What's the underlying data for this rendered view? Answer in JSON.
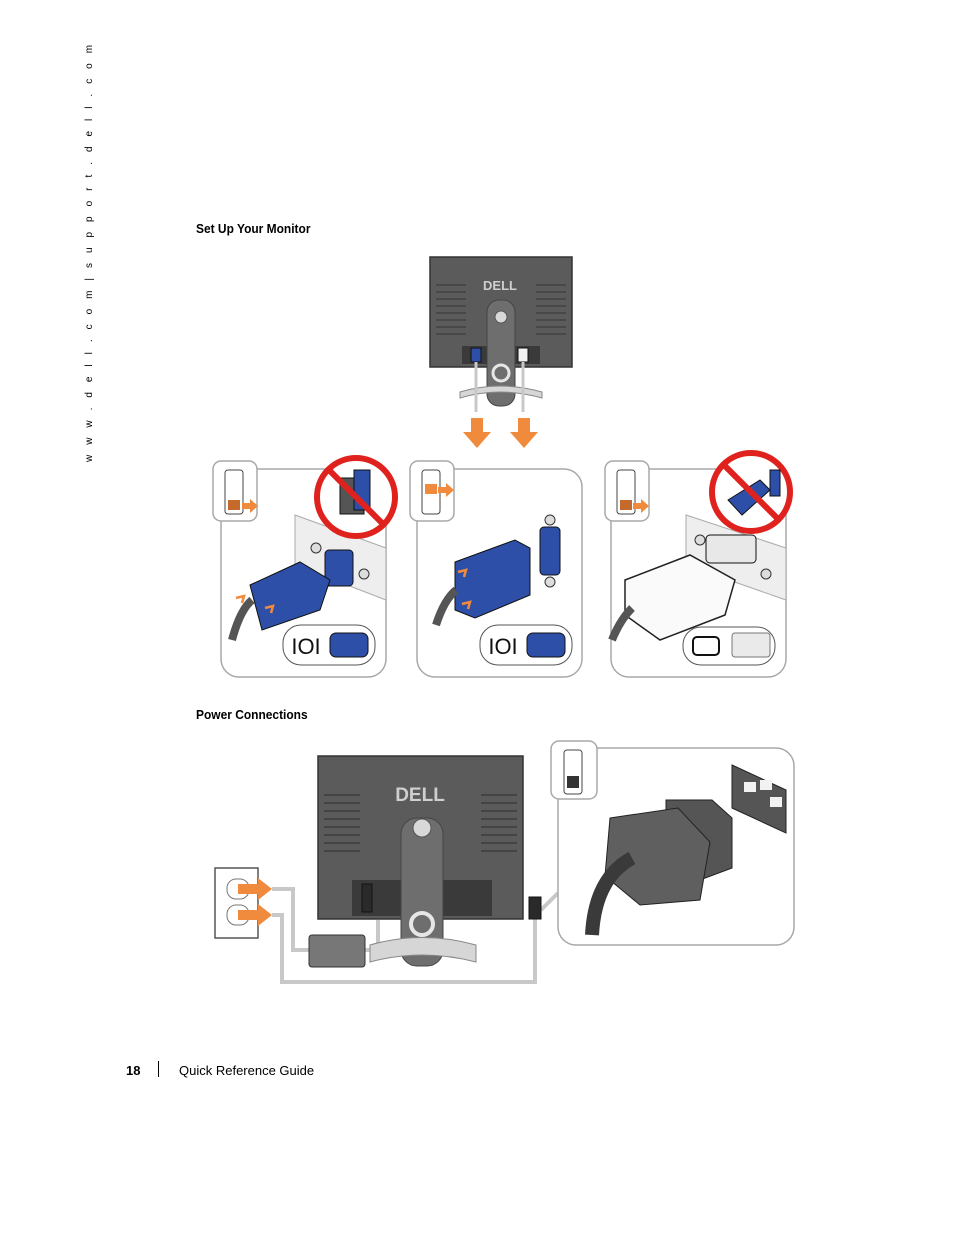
{
  "side_url": "w w w . d e l l . c o m  |  s u p p o r t . d e l l . c o m",
  "sections": {
    "monitor_setup": "Set Up Your Monitor",
    "power": "Power Connections"
  },
  "footer": {
    "page_number": "18",
    "title": "Quick Reference Guide"
  },
  "brand": "DELL",
  "colors": {
    "arrow_orange": "#f08a3c",
    "connector_blue": "#2e4fa8",
    "monitor_gray": "#5b5b5b",
    "prohibit_red": "#e0221f"
  }
}
